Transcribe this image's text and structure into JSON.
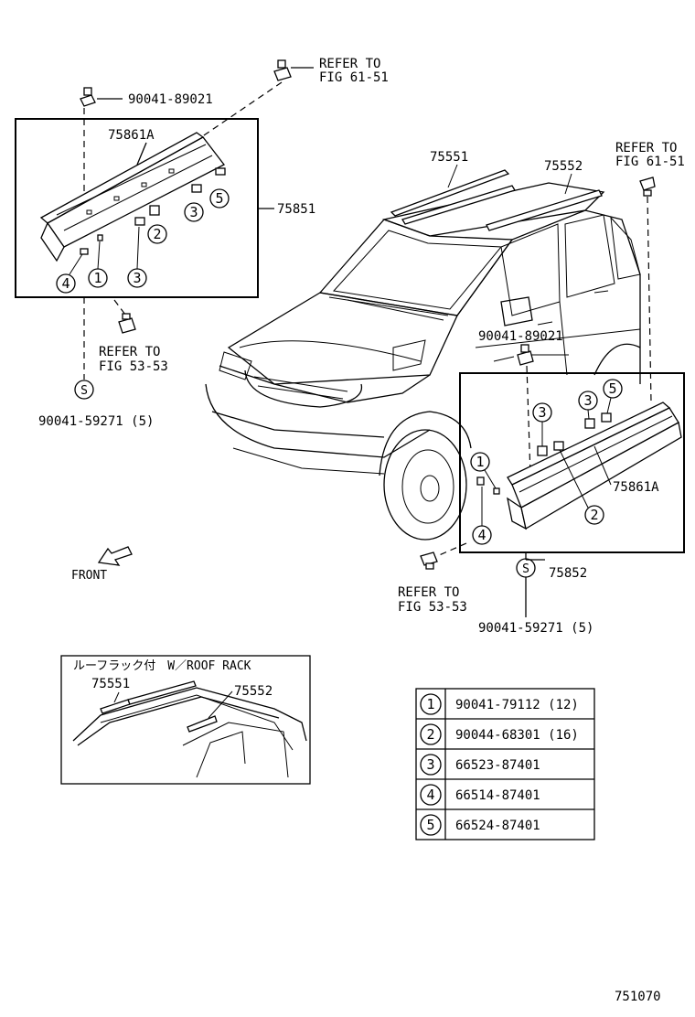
{
  "diagram_number": "751070",
  "labels": {
    "bolt_top_left": "90041-89021",
    "refer_top_1": "REFER TO",
    "refer_top_2": "FIG 61-51",
    "molding_left": "75861A",
    "assy_left": "75851",
    "refer_left_1": "REFER TO",
    "refer_left_2": "FIG 53-53",
    "screw_left": "90041-59271 (5)",
    "roof_left": "75551",
    "roof_right": "75552",
    "refer_right_1": "REFER TO",
    "refer_right_2": "FIG 61-51",
    "bolt_right": "90041-89021",
    "molding_right": "75861A",
    "assy_right": "75852",
    "refer_bottom_1": "REFER TO",
    "refer_bottom_2": "FIG 53-53",
    "screw_right": "90041-59271 (5)",
    "front": "FRONT",
    "s_symbol": "S"
  },
  "inset": {
    "title": "ルーフラック付　W／ROOF RACK",
    "part_left": "75551",
    "part_right": "75552"
  },
  "callouts": [
    "1",
    "2",
    "3",
    "4",
    "5"
  ],
  "legend": [
    {
      "num": "1",
      "part": "90041-79112 (12)"
    },
    {
      "num": "2",
      "part": "90044-68301 (16)"
    },
    {
      "num": "3",
      "part": "66523-87401"
    },
    {
      "num": "4",
      "part": "66514-87401"
    },
    {
      "num": "5",
      "part": "66524-87401"
    }
  ]
}
